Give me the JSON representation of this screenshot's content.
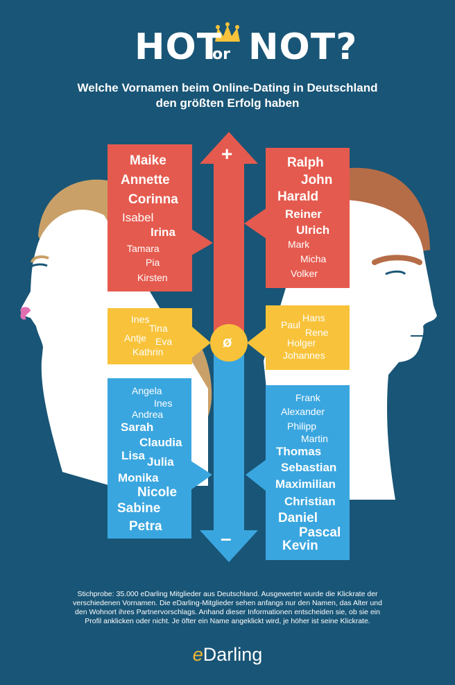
{
  "title": {
    "hot": "HOT",
    "or": "or",
    "not": "NOT?"
  },
  "subtitle": {
    "line1": "Welche Vornamen beim Online-Dating in Deutschland",
    "line2": "den größten Erfolg haben"
  },
  "arrow": {
    "plus": "+",
    "minus": "–",
    "average": "ø"
  },
  "women": {
    "top": [
      "Maike",
      "Annette",
      "Corinna",
      "Isabel",
      "Irina",
      "Tamara",
      "Pia",
      "Kirsten"
    ],
    "middle": [
      "Ines",
      "Tina",
      "Antje",
      "Eva",
      "Kathrin"
    ],
    "bottom": [
      "Angela",
      "Ines",
      "Andrea",
      "Sarah",
      "Claudia",
      "Lisa",
      "Julia",
      "Monika",
      "Nicole",
      "Sabine",
      "Petra"
    ]
  },
  "men": {
    "top": [
      "Ralph",
      "John",
      "Harald",
      "Reiner",
      "Ulrich",
      "Mark",
      "Micha",
      "Volker"
    ],
    "middle": [
      "Hans",
      "Paul",
      "Rene",
      "Holger",
      "Johannes"
    ],
    "bottom": [
      "Frank",
      "Alexander",
      "Philipp",
      "Martin",
      "Thomas",
      "Sebastian",
      "Maximilian",
      "Christian",
      "Daniel",
      "Pascal",
      "Kevin"
    ]
  },
  "footnote": {
    "lines": [
      "Stichprobe: 35.000 eDarling Mitglieder aus Deutschland. Ausgewertet wurde die Klickrate der",
      "verschiedenen Vornamen. Die eDarling-Mitglieder sehen anfangs nur den Namen, das Alter und",
      "den Wohnort ihres Partnervorschlags. Anhand dieser Informationen entscheiden sie, ob sie ein",
      "Profil anklicken oder nicht. Je öfter ein Name angeklickt wird, je höher ist seine Klickrate."
    ]
  },
  "brand": {
    "e": "e",
    "rest": "Darling"
  },
  "colors": {
    "background": "#195576",
    "red": "#e55a4e",
    "yellow": "#f8c33a",
    "blue": "#3aa6df",
    "face": "#ffffff",
    "hair_female": "#c9a068",
    "hair_male": "#b56d47",
    "lips": "#e36fb3"
  }
}
